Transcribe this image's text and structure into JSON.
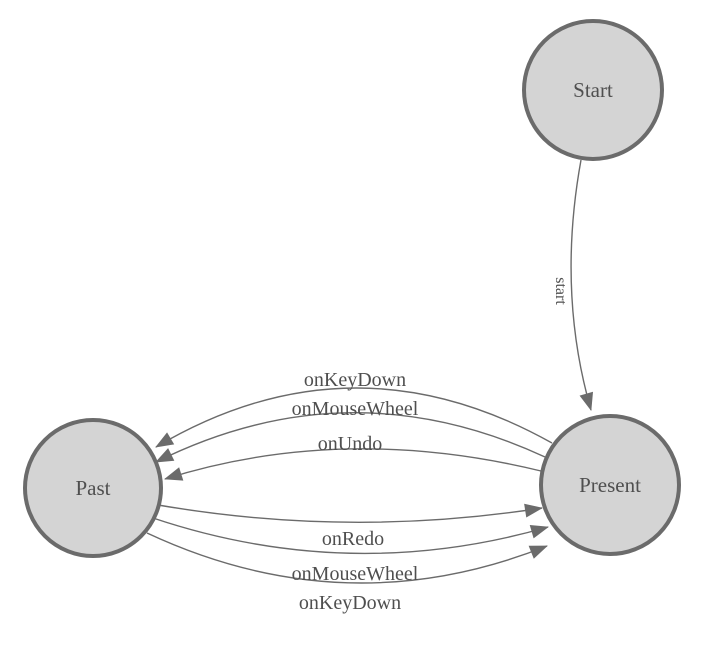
{
  "diagram": {
    "type": "state-machine",
    "nodes": [
      {
        "id": "start",
        "label": "Start"
      },
      {
        "id": "past",
        "label": "Past"
      },
      {
        "id": "present",
        "label": "Present"
      }
    ],
    "edges": [
      {
        "from": "start",
        "to": "present",
        "label": "start"
      },
      {
        "from": "present",
        "to": "past",
        "label": "onKeyDown"
      },
      {
        "from": "present",
        "to": "past",
        "label": "onMouseWheel"
      },
      {
        "from": "present",
        "to": "past",
        "label": "onUndo"
      },
      {
        "from": "past",
        "to": "present",
        "label": "onRedo"
      },
      {
        "from": "past",
        "to": "present",
        "label": "onMouseWheel"
      },
      {
        "from": "past",
        "to": "present",
        "label": "onKeyDown"
      }
    ],
    "colors": {
      "node_fill": "#d4d4d4",
      "node_stroke": "#6b6b6b",
      "edge_stroke": "#6b6b6b",
      "label_color": "#4f4f4f",
      "background": "#ffffff"
    }
  }
}
